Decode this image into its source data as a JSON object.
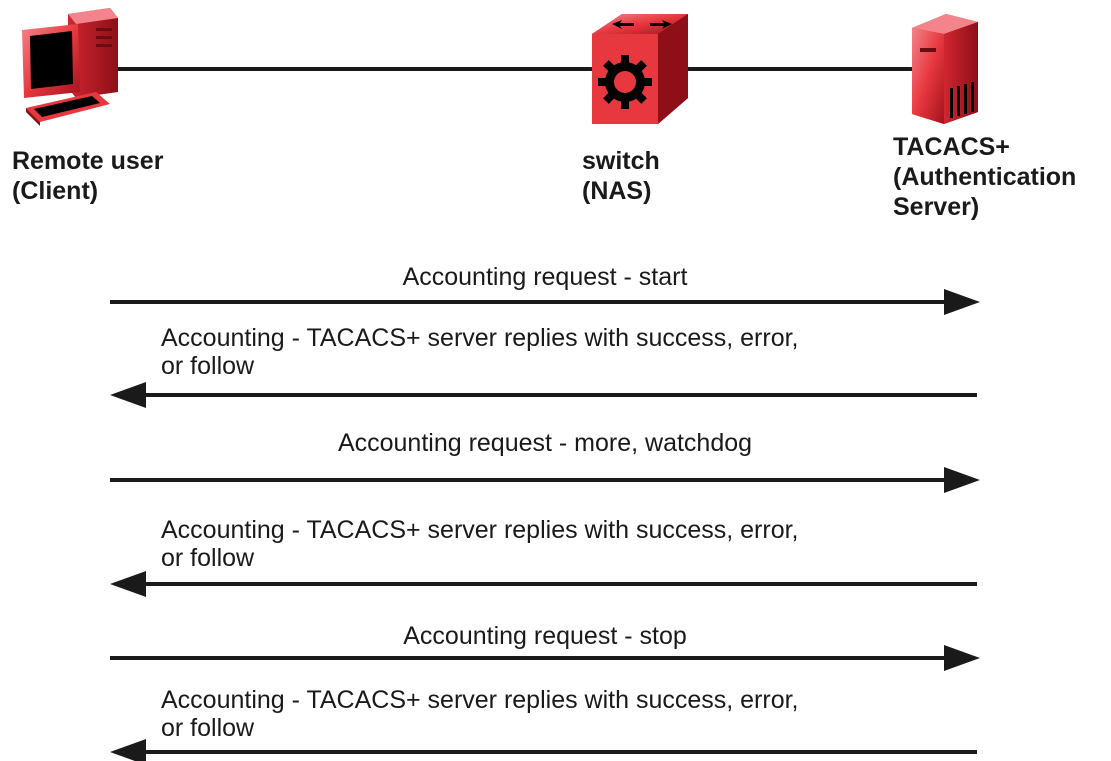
{
  "colors": {
    "device_red": "#e8383f",
    "device_red_dark": "#a3121c",
    "device_red_light": "#f4848b",
    "line": "#1a1a1a",
    "monitor_screen": "#000000"
  },
  "nodes": {
    "client": {
      "label": "Remote user\n(Client)",
      "icon": "computer-icon"
    },
    "switch": {
      "label": "switch\n(NAS)",
      "icon": "switch-icon"
    },
    "server": {
      "label": "TACACS+\n(Authentication\nServer)",
      "icon": "server-icon"
    }
  },
  "messages": [
    {
      "text": "Accounting request - start",
      "direction": "right"
    },
    {
      "text": "Accounting - TACACS+ server replies with success, error,\nor follow",
      "direction": "left"
    },
    {
      "text": "Accounting request - more, watchdog",
      "direction": "right"
    },
    {
      "text": "Accounting - TACACS+ server replies with success, error,\nor follow",
      "direction": "left"
    },
    {
      "text": "Accounting request - stop",
      "direction": "right"
    },
    {
      "text": "Accounting - TACACS+ server replies with success, error,\nor follow",
      "direction": "left"
    }
  ]
}
